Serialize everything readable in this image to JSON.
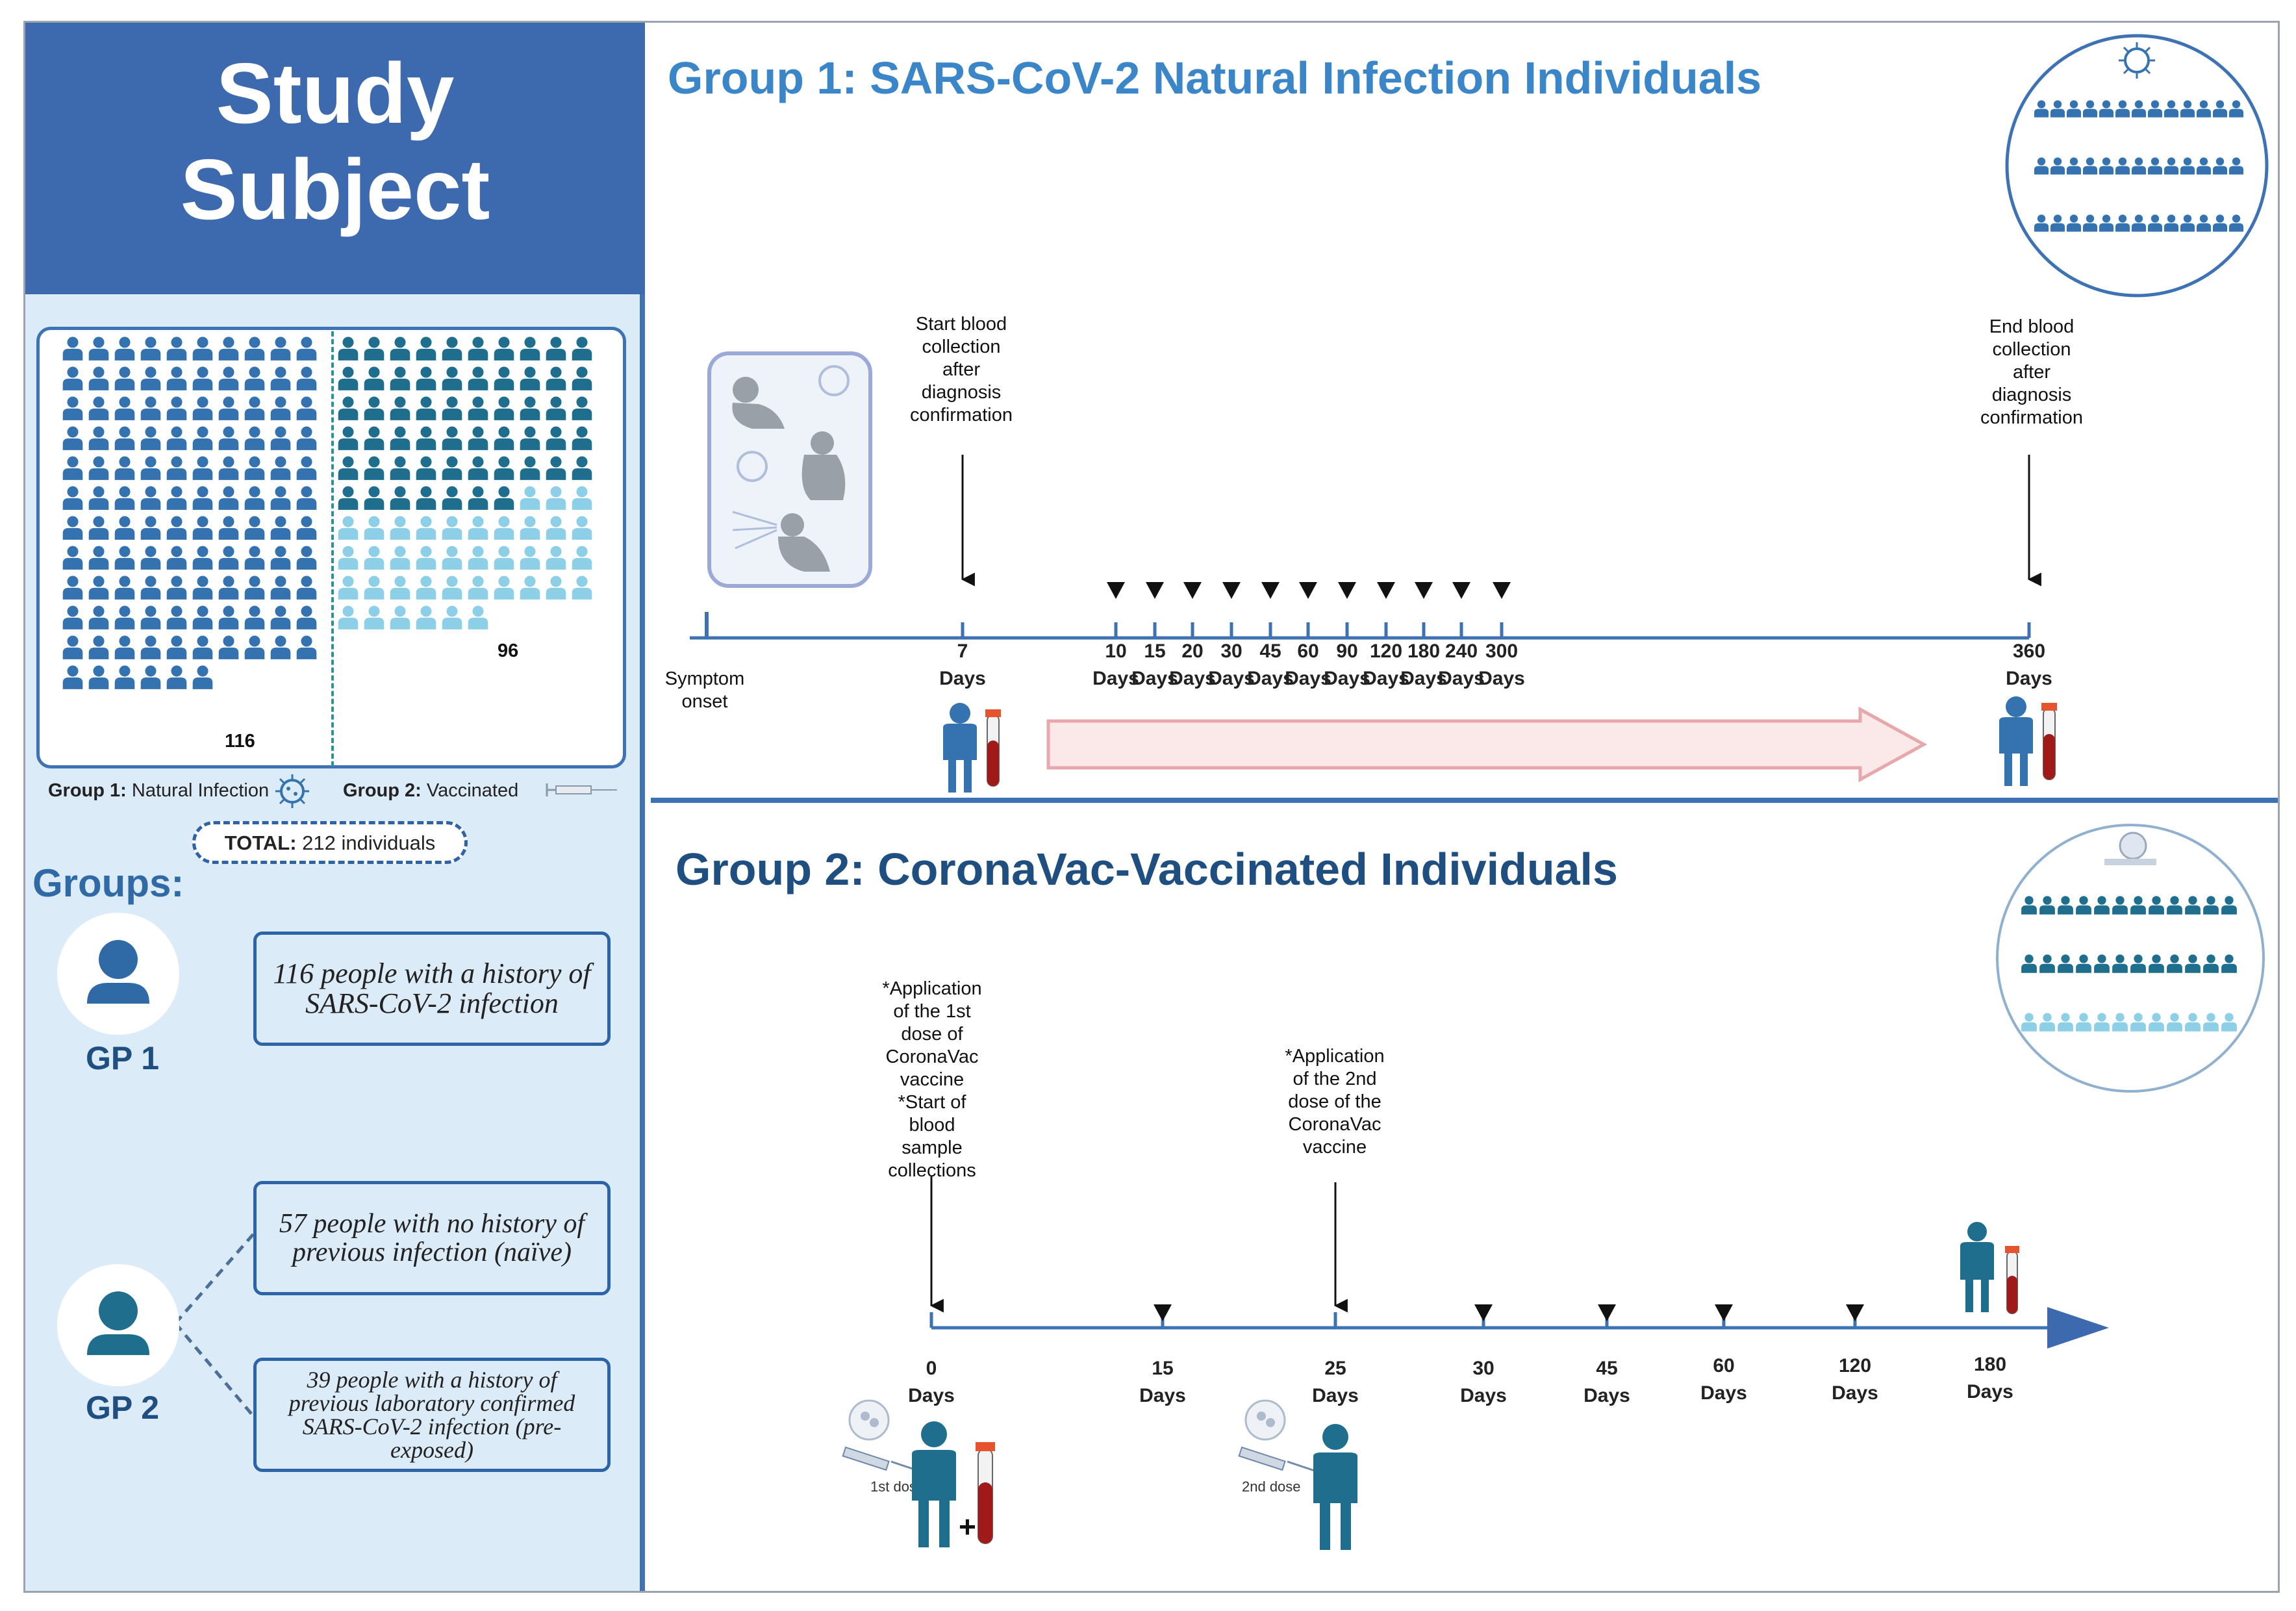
{
  "left": {
    "title_line1": "Study",
    "title_line2": "Subject",
    "count_group1": "116",
    "count_group2": "96",
    "legend_group1_bold": "Group 1:",
    "legend_group1_text": " Natural Infection",
    "legend_group2_bold": "Group 2:",
    "legend_group2_text": " Vaccinated",
    "total_bold": "TOTAL:",
    "total_text": " 212 individuals",
    "groups_heading": "Groups:",
    "gp1_label": "GP 1",
    "gp2_label": "GP 2",
    "gp1_desc": "116 people with a history of SARS-CoV-2 infection",
    "gp2a_desc": "57 people with no history of previous infection (naïve)",
    "gp2b_desc": "39 people with a history of previous laboratory confirmed SARS-CoV-2 infection (pre-exposed)"
  },
  "group1": {
    "title": "Group 1: SARS-CoV-2 Natural Infection Individuals",
    "start_note": [
      "Start blood",
      "collection",
      "after",
      "diagnosis",
      "confirmation"
    ],
    "end_note": [
      "End blood",
      "collection",
      "after",
      "diagnosis",
      "confirmation"
    ],
    "symptom_label": [
      "Symptom",
      "onset"
    ],
    "ticks": [
      "7",
      "10",
      "15",
      "20",
      "30",
      "45",
      "60",
      "90",
      "120",
      "180",
      "240",
      "300",
      "360"
    ],
    "unit": "Days"
  },
  "group2": {
    "title": "Group 2: CoronaVac-Vaccinated Individuals",
    "first_note": [
      "*Application",
      "of the 1st",
      "dose of",
      "CoronaVac",
      "vaccine",
      "*Start of",
      "blood",
      "sample",
      "collections"
    ],
    "second_note": [
      "*Application",
      "of the 2nd",
      "dose of the",
      "CoronaVac",
      "vaccine"
    ],
    "ticks": [
      "0",
      "15",
      "25",
      "30",
      "45",
      "60",
      "120",
      "180"
    ],
    "unit": "Days",
    "dose1_label": "1st dose",
    "dose2_label": "2nd dose"
  },
  "colors": {
    "panel_blue": "#3d69ae",
    "person_blue": "#3573b0",
    "person_teal": "#1f6e8e",
    "person_light": "#8ccfe6",
    "title_blue_1": "#3a86c8",
    "title_blue_2": "#1f4f80"
  }
}
